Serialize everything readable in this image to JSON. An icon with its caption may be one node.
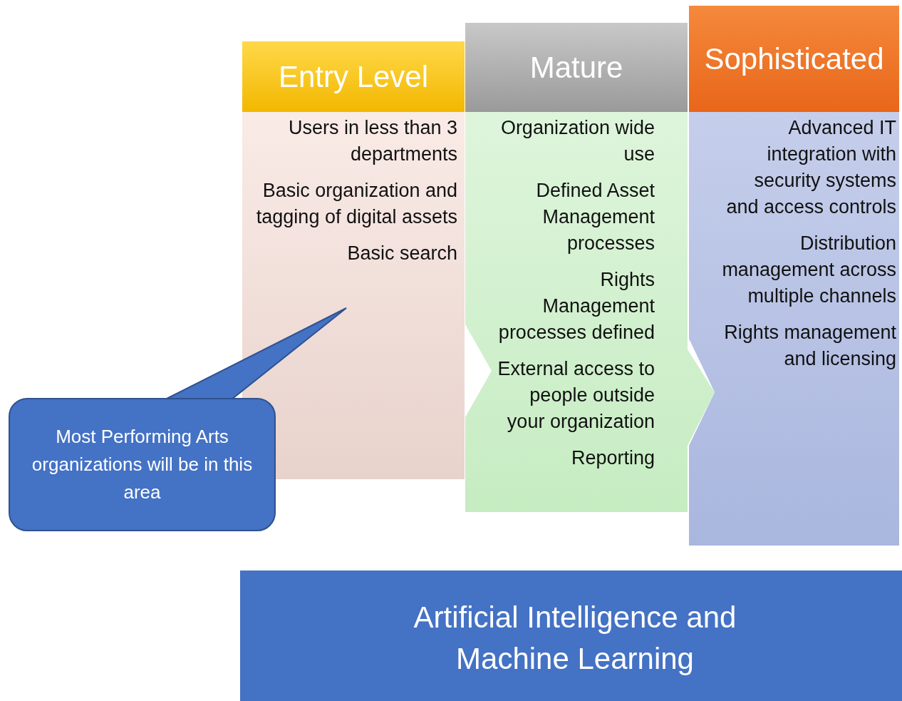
{
  "diagram": {
    "nodes": [
      {
        "text": [
          "Entry Level",
          "Users in less than 3 departments",
          "Basic organization and tagging of digital assets",
          "Basic search"
        ]
      },
      {
        "text": [
          "Mature",
          "Organization wide use",
          "Defined Asset Management processes",
          "Rights Management processes defined",
          "External access to people outside your organization",
          "Reporting"
        ]
      },
      {
        "text": [
          "Sophisticated",
          "Advanced IT integration with security systems and access controls",
          "Distribution management across multiple channels",
          "Rights management and licensing"
        ]
      },
      {
        "text": [
          "Most Performing Arts organizations will be in this area"
        ]
      },
      {
        "text": [
          "Artificial Intelligence and Machine Learning"
        ]
      }
    ],
    "edges": [
      {
        "from": 3,
        "to": 0,
        "arrow": "none"
      }
    ]
  }
}
